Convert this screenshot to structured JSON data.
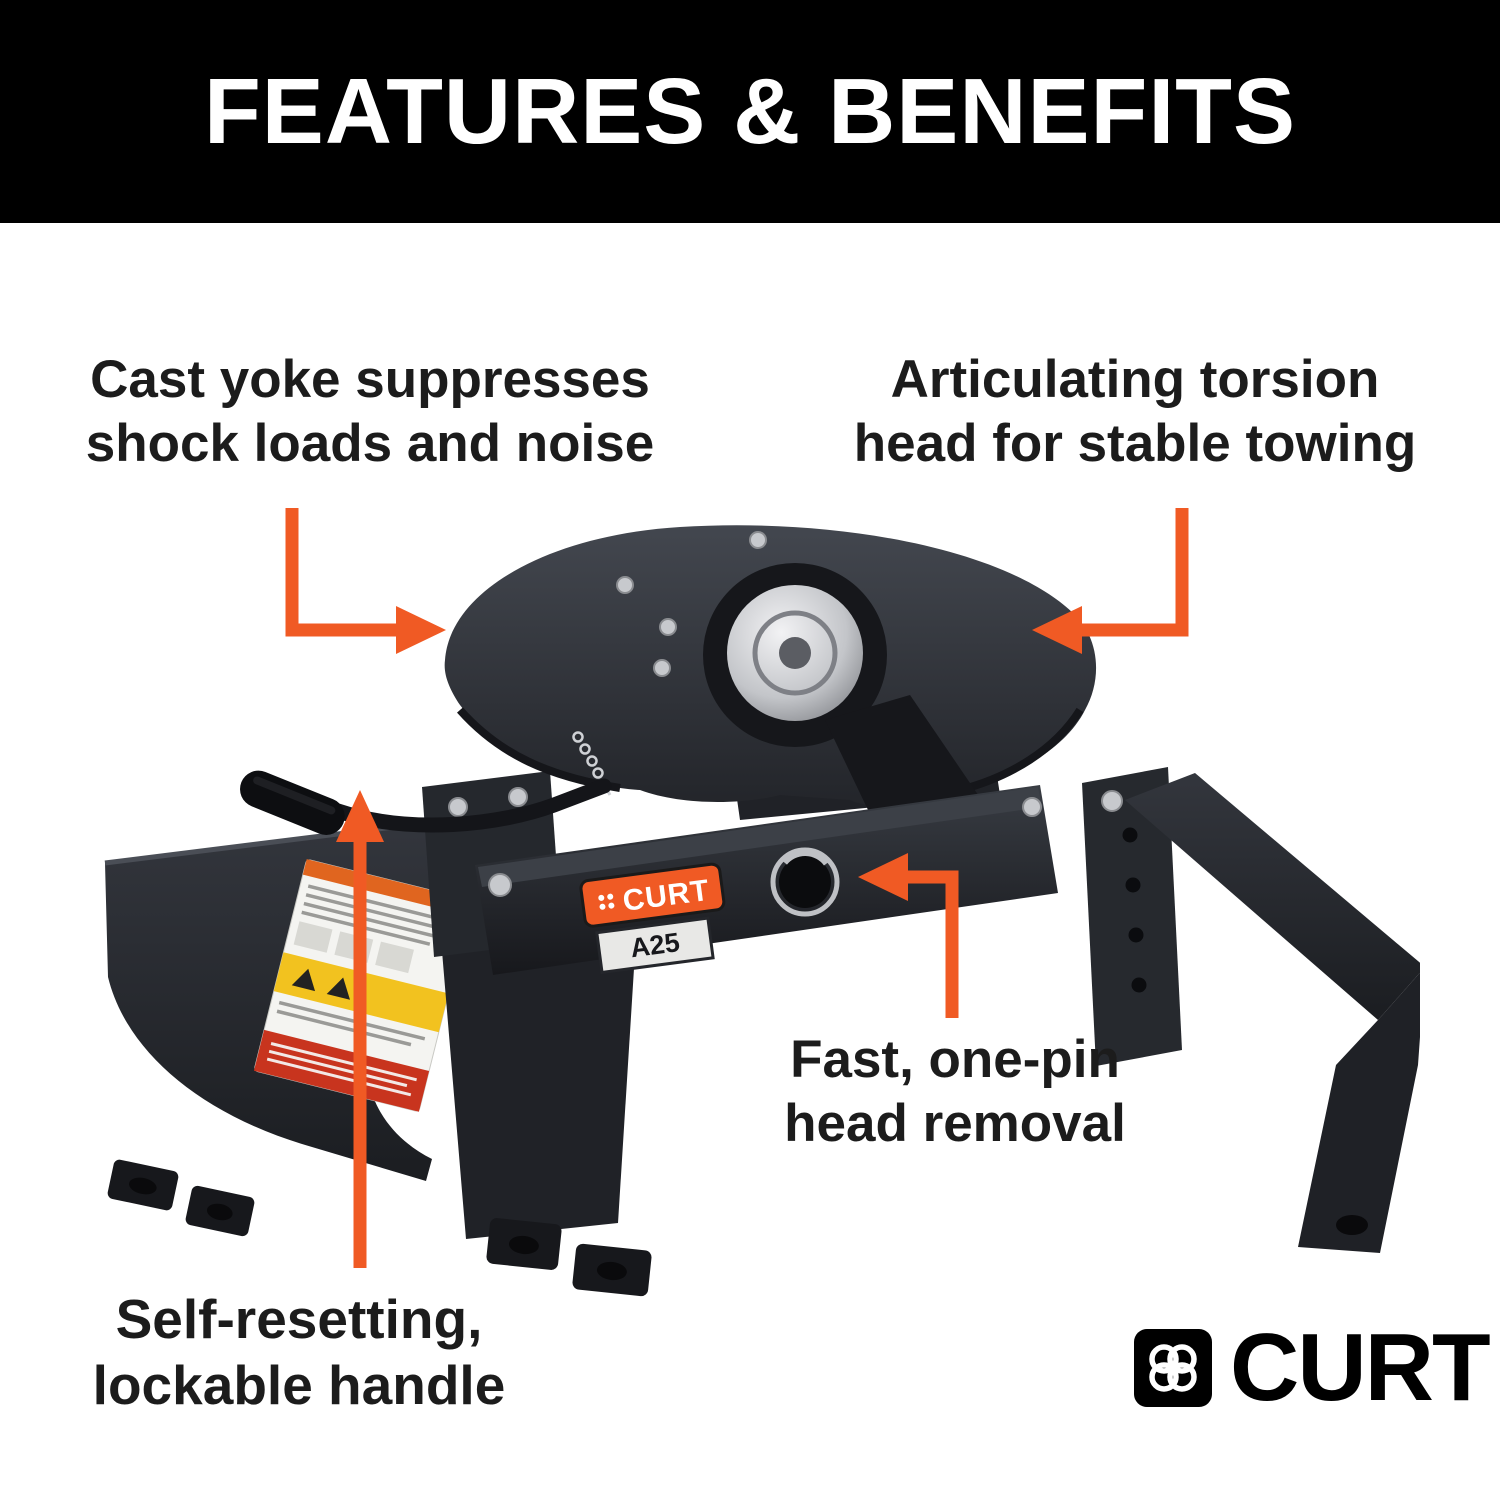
{
  "colors": {
    "accent": "#F05A24",
    "header_bg": "#000000",
    "header_text": "#FFFFFF",
    "body_bg": "#FFFFFF",
    "text": "#1C1C1C"
  },
  "header": {
    "title": "FEATURES & BENEFITS"
  },
  "callouts": {
    "cast_yoke": {
      "line1": "Cast yoke suppresses",
      "line2": "shock loads and noise"
    },
    "torsion_head": {
      "line1": "Articulating torsion",
      "line2": "head for stable towing"
    },
    "one_pin": {
      "line1": "Fast, one-pin",
      "line2": "head removal"
    },
    "lockable_handle": {
      "line1": "Self-resetting,",
      "line2": "lockable handle"
    }
  },
  "product": {
    "badge_brand": "CURT",
    "model": "A25"
  },
  "footer_logo": {
    "brand": "CURT",
    "registered": "®"
  }
}
